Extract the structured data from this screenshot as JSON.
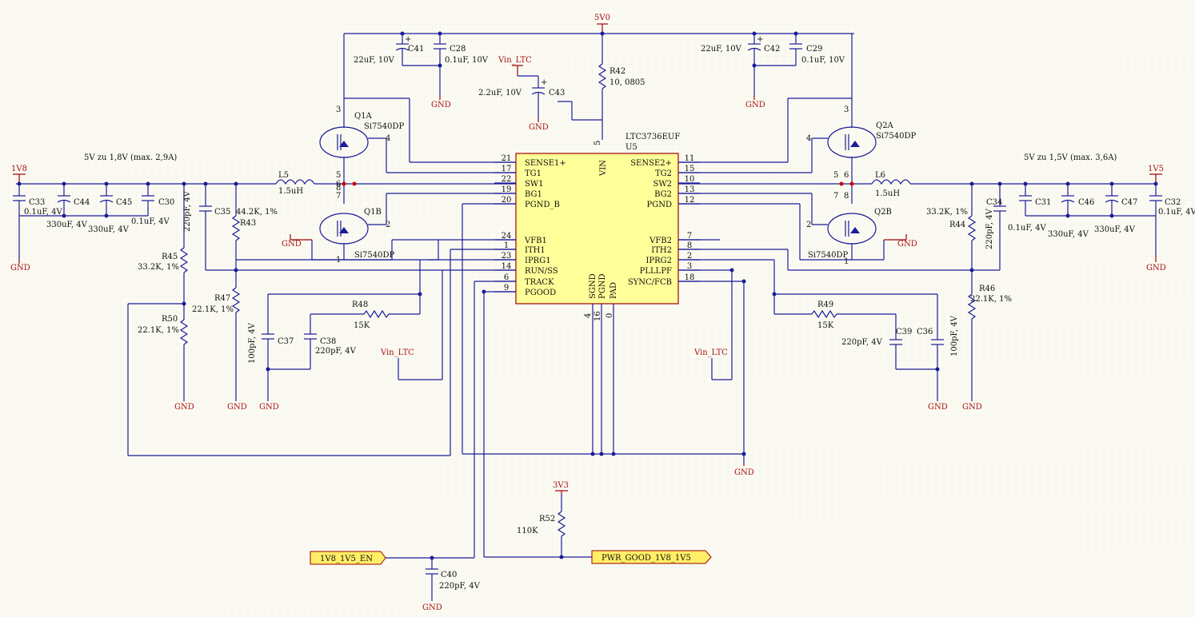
{
  "power_ports": {
    "p5v0": "5V0",
    "p1v8": "1V8",
    "p1v5": "1V5",
    "p3v3": "3V3",
    "vin1": "Vin_LTC",
    "vin2": "Vin_LTC",
    "vin3": "Vin_LTC",
    "gnd": "GND"
  },
  "notes": {
    "left": "5V zu 1,8V (max. 2,9A)",
    "right": "5V zu 1,5V (max. 3,6A)"
  },
  "ic": {
    "ref": "U5",
    "part": "LTC3736EUF",
    "left_pins": [
      {
        "name": "SENSE1+",
        "num": "21"
      },
      {
        "name": "TG1",
        "num": "17"
      },
      {
        "name": "SW1",
        "num": "22"
      },
      {
        "name": "BG1",
        "num": "19"
      },
      {
        "name": "PGND_B",
        "num": "20"
      },
      {
        "name": "VFB1",
        "num": "24"
      },
      {
        "name": "ITH1",
        "num": "1"
      },
      {
        "name": "IPRG1",
        "num": "23"
      },
      {
        "name": "RUN/SS",
        "num": "14"
      },
      {
        "name": "TRACK",
        "num": "6"
      },
      {
        "name": "PGOOD",
        "num": "9"
      }
    ],
    "right_pins": [
      {
        "name": "SENSE2+",
        "num": "11"
      },
      {
        "name": "TG2",
        "num": "15"
      },
      {
        "name": "SW2",
        "num": "10"
      },
      {
        "name": "BG2",
        "num": "13"
      },
      {
        "name": "PGND",
        "num": "12"
      },
      {
        "name": "VFB2",
        "num": "7"
      },
      {
        "name": "ITH2",
        "num": "8"
      },
      {
        "name": "IPRG2",
        "num": "2"
      },
      {
        "name": "PLLLPF",
        "num": "3"
      },
      {
        "name": "SYNC/FCB",
        "num": "18"
      }
    ],
    "top_pin": {
      "name": "VIN",
      "num": "5"
    },
    "bottom_pins": [
      {
        "name": "SGND",
        "num": "4"
      },
      {
        "name": "PGND",
        "num": "16"
      },
      {
        "name": "PAD",
        "num": "0"
      }
    ]
  },
  "components": {
    "C41": {
      "ref": "C41",
      "value": "22uF, 10V"
    },
    "C28": {
      "ref": "C28",
      "value": "0.1uF, 10V"
    },
    "C42": {
      "ref": "C42",
      "value": "22uF, 10V"
    },
    "C29": {
      "ref": "C29",
      "value": "0.1uF, 10V"
    },
    "C43": {
      "ref": "C43",
      "value": "2.2uF, 10V"
    },
    "R42": {
      "ref": "R42",
      "value": "10, 0805"
    },
    "Q1A": {
      "ref": "Q1A",
      "value": "Si7540DP"
    },
    "Q1B": {
      "ref": "Q1B",
      "value": "Si7540DP"
    },
    "Q2A": {
      "ref": "Q2A",
      "value": "Si7540DP"
    },
    "Q2B": {
      "ref": "Q2B",
      "value": "Si7540DP"
    },
    "L5": {
      "ref": "L5",
      "value": "1.5uH"
    },
    "L6": {
      "ref": "L6",
      "value": "1.5uH"
    },
    "C33": {
      "ref": "C33",
      "value": "0.1uF, 4V"
    },
    "C44": {
      "ref": "C44",
      "value": "330uF, 4V"
    },
    "C45": {
      "ref": "C45",
      "value": "330uF, 4V"
    },
    "C30": {
      "ref": "C30",
      "value": "0.1uF, 4V"
    },
    "C35": {
      "ref": "C35",
      "value": "220pF, 4V"
    },
    "R43": {
      "ref": "R43",
      "value": "44.2K, 1%"
    },
    "R45": {
      "ref": "R45",
      "value": "33.2K, 1%"
    },
    "R47": {
      "ref": "R47",
      "value": "22.1K, 1%"
    },
    "R50": {
      "ref": "R50",
      "value": "22.1K, 1%"
    },
    "R48": {
      "ref": "R48",
      "value": "15K"
    },
    "C37": {
      "ref": "C37",
      "value": "100pF, 4V"
    },
    "C38": {
      "ref": "C38",
      "value": "220pF, 4V"
    },
    "C34": {
      "ref": "C34",
      "value": "220pF, 4V"
    },
    "C31": {
      "ref": "C31",
      "value": "0.1uF, 4V"
    },
    "C46": {
      "ref": "C46",
      "value": "330uF, 4V"
    },
    "C47": {
      "ref": "C47",
      "value": "330uF, 4V"
    },
    "C32": {
      "ref": "C32",
      "value": "0.1uF, 4V"
    },
    "R44": {
      "ref": "R44",
      "value": "33.2K, 1%"
    },
    "R46": {
      "ref": "R46",
      "value": "22.1K, 1%"
    },
    "R49": {
      "ref": "R49",
      "value": "15K"
    },
    "C39": {
      "ref": "C39",
      "value": "220pF, 4V"
    },
    "C36": {
      "ref": "C36",
      "value": "100pF, 4V"
    },
    "R52": {
      "ref": "R52",
      "value": "110K"
    },
    "C40": {
      "ref": "C40",
      "value": "220pF, 4V"
    }
  },
  "net_labels": {
    "en": "1V8_1V5_EN",
    "pgood": "PWR_GOOD_1V8_1V5"
  },
  "colors": {
    "background": "#fafaf2",
    "grid": "#d8d8d0",
    "wire": "#1c1c9a",
    "power": "#a00000",
    "ic_fill": "#ffff99",
    "ic_border": "#a00000",
    "port_fill": "#ffee66"
  }
}
